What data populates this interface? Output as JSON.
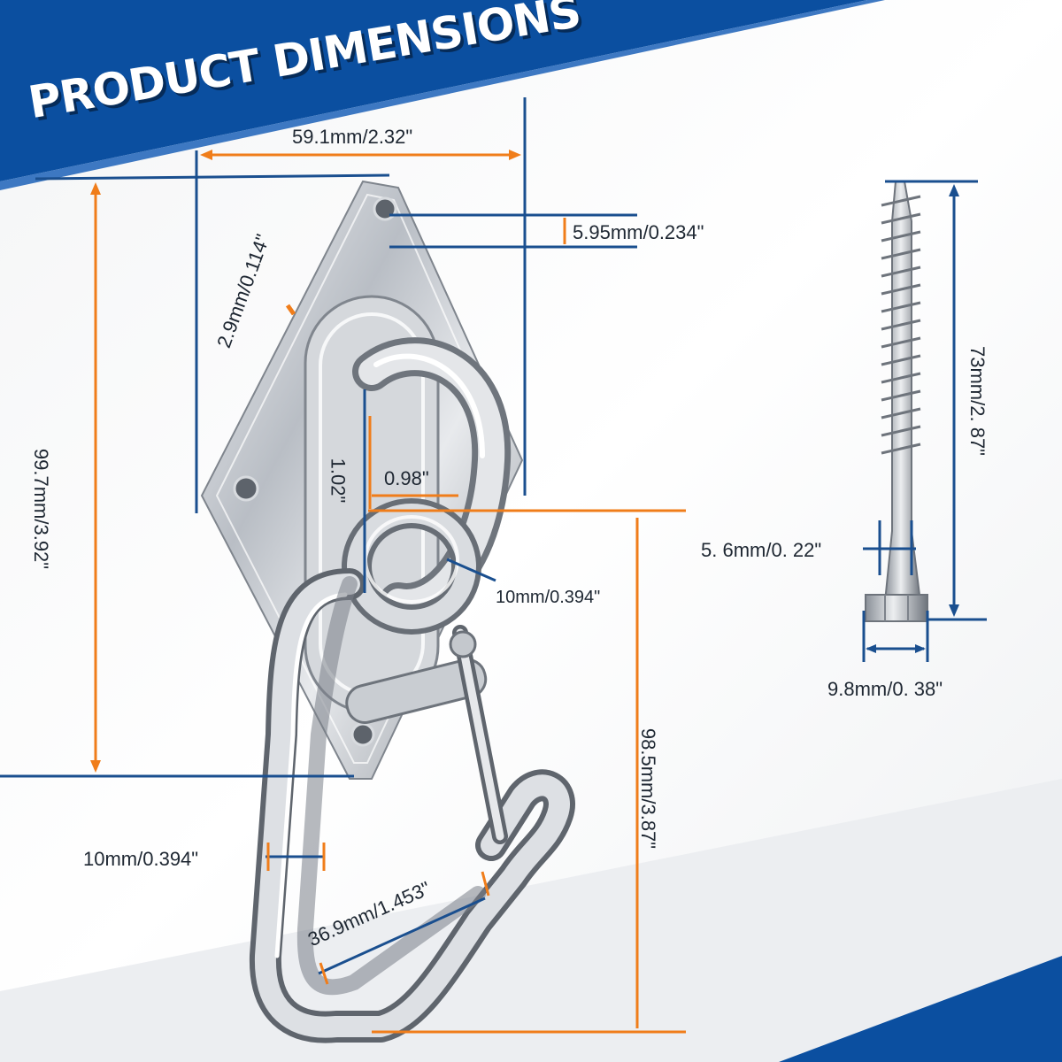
{
  "title": "PRODUCT DIMENSIONS",
  "colors": {
    "banner": "#0b4fa0",
    "dimension_line_blue": "#1a4f8f",
    "dimension_line_orange": "#f07d1a",
    "metal": "#c8ccd2"
  },
  "dimensions": {
    "plate_width": "59.1mm/2.32\"",
    "hole_diameter": "5.95mm/0.234\"",
    "plate_thickness": "2.9mm/0.114\"",
    "plate_height": "99.7mm/3.92\"",
    "eye_inner_height": "1.02\"",
    "eye_inner_width": "0.98\"",
    "ring_wire": "10mm/0.394\"",
    "carabiner_wire": "10mm/0.394\"",
    "carabiner_inner": "36.9mm/1.453\"",
    "carabiner_length": "98.5mm/3.87\"",
    "screw_length": "73mm/2. 87\"",
    "screw_diameter": "5. 6mm/0. 22\"",
    "screw_head": "9.8mm/0. 38\""
  }
}
